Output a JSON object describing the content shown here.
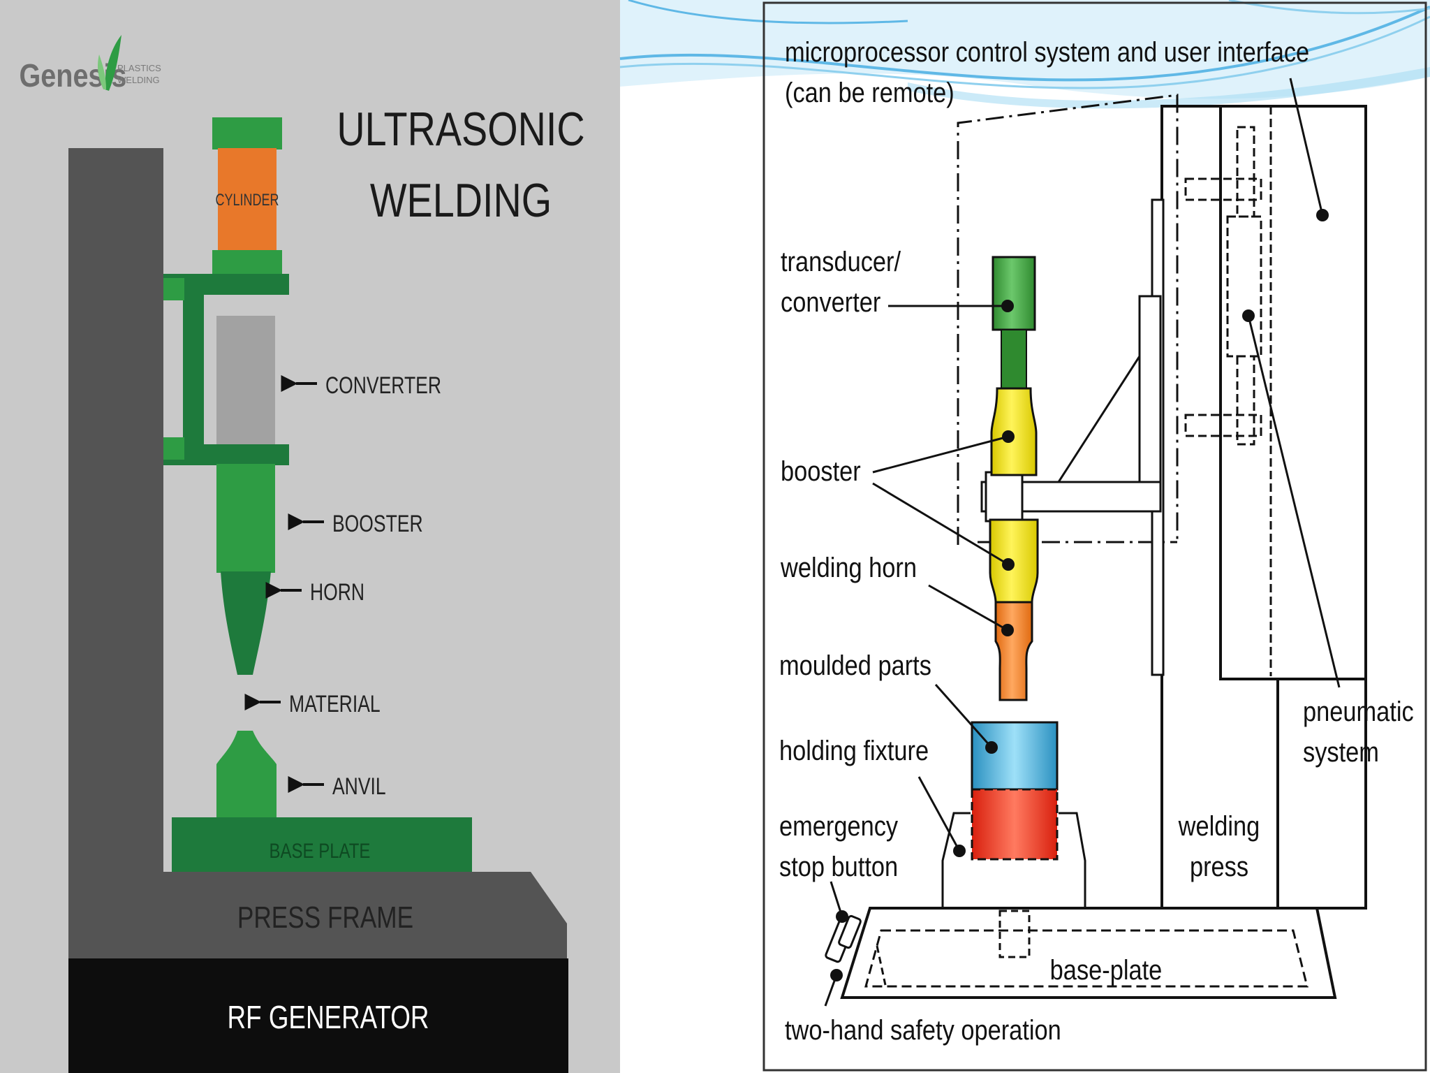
{
  "left_panel": {
    "brand": {
      "name": "Genesis",
      "tagline_line1": "PLASTICS",
      "tagline_line2": "WELDING"
    },
    "title_line1": "ULTRASONIC",
    "title_line2": "WELDING",
    "labels": {
      "cylinder": "CYLINDER",
      "converter": "CONVERTER",
      "booster": "BOOSTER",
      "horn": "HORN",
      "material": "MATERIAL",
      "anvil": "ANVIL",
      "base_plate": "BASE PLATE",
      "press_frame": "PRESS FRAME",
      "rf_generator": "RF GENERATOR"
    },
    "colors": {
      "background": "#c9c9c9",
      "frame": "#545454",
      "generator": "#0d0d0d",
      "green": "#2e9c44",
      "dark_green": "#1e7a3c",
      "cylinder": "#e8782a",
      "converter": "#a2a2a2"
    }
  },
  "right_panel": {
    "labels": {
      "control_line1": "microprocessor control system and user interface",
      "control_line2": "(can be remote)",
      "transducer_line1": "transducer/",
      "transducer_line2": "converter",
      "booster": "booster",
      "welding_horn": "welding horn",
      "moulded_parts": "moulded parts",
      "holding_fixture": "holding fixture",
      "emergency_line1": "emergency",
      "emergency_line2": "stop button",
      "welding_press_line1": "welding",
      "welding_press_line2": "press",
      "pneumatic_line1": "pneumatic",
      "pneumatic_line2": "system",
      "base_plate": "base-plate",
      "two_hand": "two-hand safety operation"
    },
    "colors": {
      "transducer": "#3a9a3a",
      "booster": "#f2e40a",
      "horn": "#f07a1e",
      "fixture_top": "#2e9fd0",
      "fixture_bottom": "#e82a1a",
      "wave": "#5fb8e6"
    }
  }
}
